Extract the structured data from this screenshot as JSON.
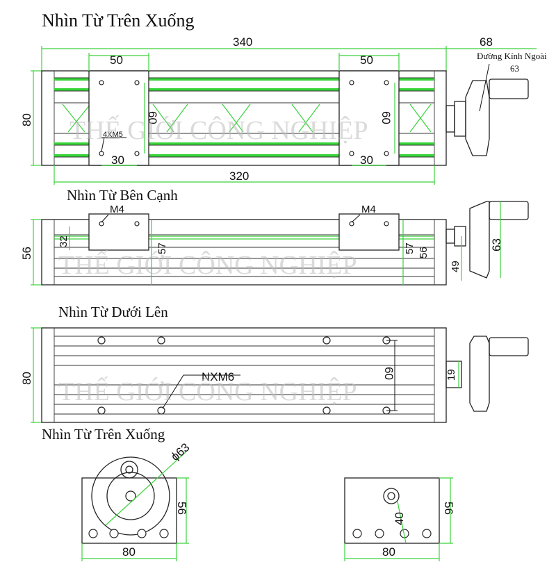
{
  "titles": {
    "top_view": "Nhìn Từ Trên Xuống",
    "side_view": "Nhìn Từ Bên Cạnh",
    "bottom_view": "Nhìn Từ Dưới Lên",
    "end_view": "Nhìn Từ Trên Xuống"
  },
  "watermark": "THẾ GIỚI CÔNG NGHIỆP",
  "top_view": {
    "total_length": "340",
    "handwheel_length": "68",
    "outer_diameter_label": "Đường Kính Ngoài",
    "outer_diameter_value": "63",
    "width": "80",
    "plate_width_left": "50",
    "plate_width_right": "50",
    "hole_spacing_y_left": "60",
    "hole_spacing_y_right": "60",
    "hole_spacing_x_left": "30",
    "hole_spacing_x_right": "30",
    "hole_callout": "4XM5",
    "rail_length": "320"
  },
  "side_view": {
    "height": "56",
    "plate_thickness": "32",
    "carriage_height_left": "57",
    "carriage_height_right": "57",
    "end_height": "56",
    "shaft_height": "49",
    "wheel_diameter": "63",
    "thread_left": "M4",
    "thread_right": "M4"
  },
  "bottom_view": {
    "width": "80",
    "hole_spacing": "60",
    "hole_callout": "NXM6",
    "shaft_size": "19"
  },
  "end_view": {
    "wheel_diameter": "ϕ63",
    "left_height": "56",
    "left_width": "80",
    "right_height": "56",
    "right_width": "80",
    "shaft_center": "40"
  },
  "colors": {
    "dimension_lines": "#3bd23b",
    "outline": "#222222",
    "watermark": "#bdbdbd"
  }
}
